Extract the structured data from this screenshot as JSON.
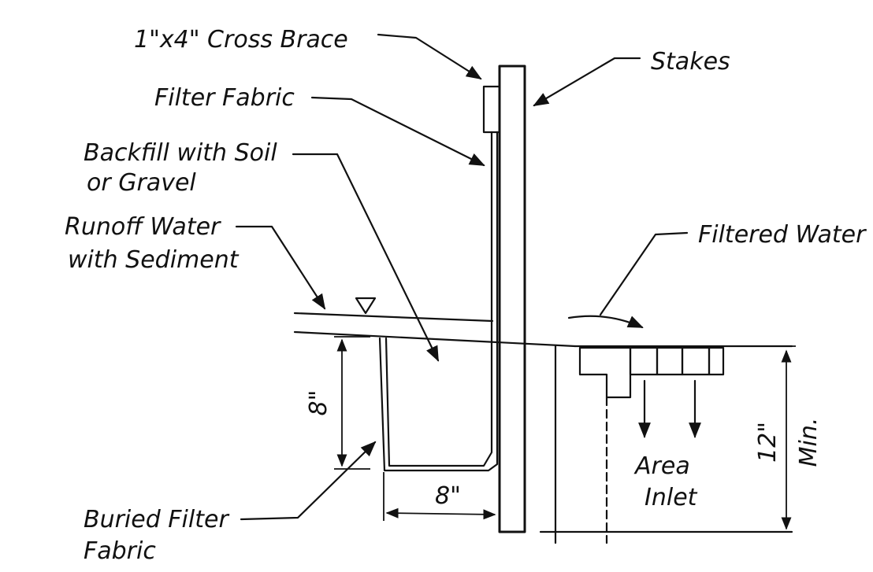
{
  "labels": {
    "cross_brace": "1\"x4\" Cross Brace",
    "stakes": "Stakes",
    "filter_fabric": "Filter Fabric",
    "backfill_line1": "Backfill with Soil",
    "backfill_line2": "or Gravel",
    "runoff_line1": "Runoff Water",
    "runoff_line2": "with Sediment",
    "filtered_water": "Filtered Water",
    "buried_line1": "Buried Filter",
    "buried_line2": "Fabric",
    "area_inlet_line1": "Area",
    "area_inlet_line2": "Inlet"
  },
  "dimensions": {
    "trench_depth": "8\"",
    "trench_width": "8\"",
    "inlet_depth": "12\"",
    "inlet_depth_note": "Min."
  }
}
